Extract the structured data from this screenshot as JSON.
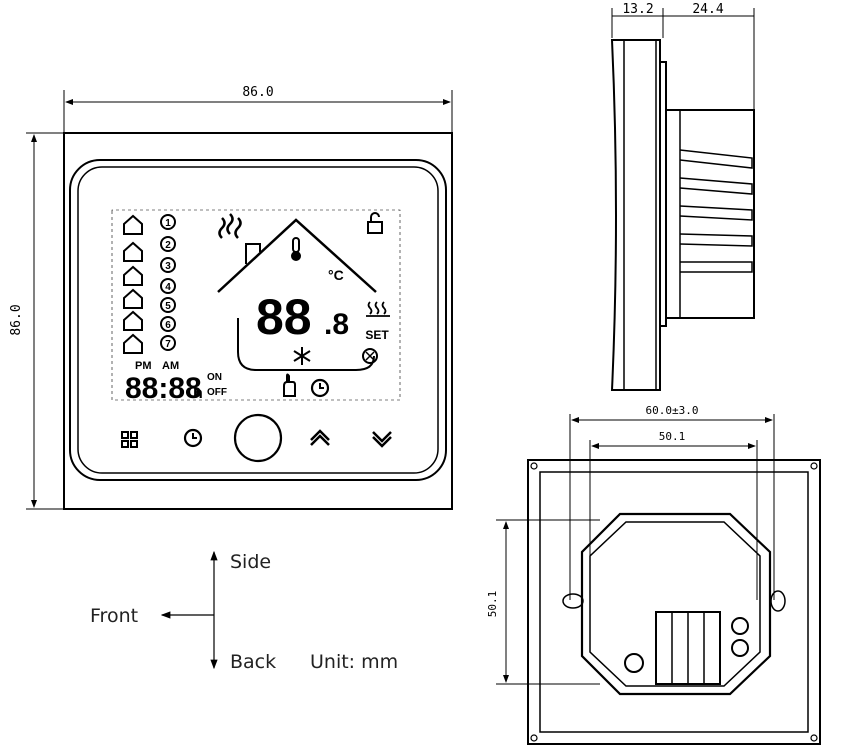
{
  "dimensions": {
    "front_width": "86.0",
    "front_height": "86.0",
    "side_depth_front": "13.2",
    "side_depth_back": "24.4",
    "back_width_outer": "60.0±3.0",
    "back_width_inner": "50.1",
    "back_height": "50.1"
  },
  "lcd": {
    "pm": "PM",
    "am": "AM",
    "on": "ON",
    "off": "OFF",
    "hour_suffix": "h",
    "set": "SET",
    "celsius": "°C",
    "clock_digits": "88:88",
    "temp_digits": "88",
    "temp_decimal": ".8",
    "program_numbers": [
      "1",
      "2",
      "3",
      "4",
      "5",
      "6",
      "7"
    ]
  },
  "legend": {
    "side": "Side",
    "front": "Front",
    "back": "Back",
    "unit": "Unit: mm"
  },
  "colors": {
    "line": "#000000",
    "text": "#222222",
    "background": "#ffffff"
  },
  "icons": [
    "house-icon",
    "thermometer-icon",
    "heat-waves-icon",
    "lock-icon",
    "snowflake-icon",
    "fan-icon",
    "hand-icon",
    "clock-icon",
    "menu-grid-icon",
    "power-button-icon",
    "chevron-up-icon",
    "chevron-down-icon"
  ]
}
